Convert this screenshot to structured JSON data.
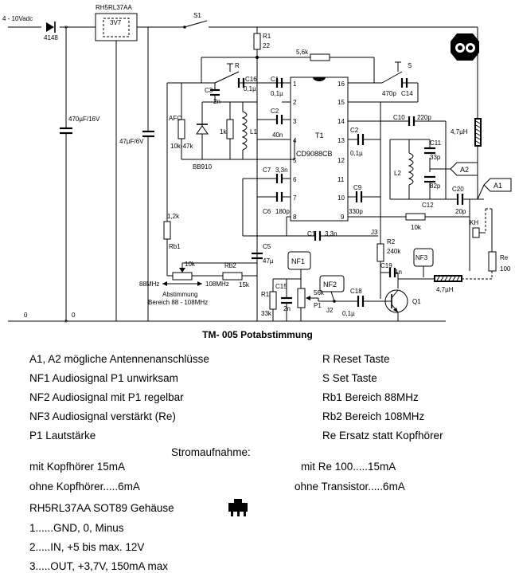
{
  "schematic": {
    "supply_label": "4 - 10Vadc",
    "diode": "4148",
    "regulator": "RH5RL37AA",
    "regulator_out": "3V7",
    "switch": "S1",
    "c_in": "470µF/16V",
    "c_reg": "47µF/6V",
    "r1": "R1",
    "r1_val": "22",
    "r_top": "5,6k",
    "btn_r": "R",
    "btn_s": "S",
    "c16": "C16",
    "c16_val": "0,1µ",
    "c1": "C1",
    "c1_val": "0,1µ",
    "c3": "C3",
    "c3_val": "2n",
    "c2a": "C2",
    "c2a_val": "40n",
    "r_1k": "1k",
    "l1": "L1",
    "afc": "AFC",
    "afc_val": "10k-47k",
    "varicap": "BB910",
    "ic": "T1",
    "ic_name": "CD9088CB",
    "c7": "C7",
    "c7_val": "3,3n",
    "c6": "C6",
    "c6_val": "180p",
    "c1b": "C1",
    "c1b_val": "3,3n",
    "c14_val": "470p",
    "c14": "C14",
    "c10": "C10",
    "c10_val": "220p",
    "c2b": "C2",
    "c2b_val": "0,1µ",
    "c11": "C11",
    "c11_val": "33p",
    "l2": "L2",
    "c12_val": "82p",
    "c12": "C12",
    "c9": "C9",
    "c9_val": "330p",
    "c20": "C20",
    "c20_val": "20p",
    "r_10k": "10k",
    "a1": "A1",
    "a2": "A2",
    "choke_val": "4,7µH",
    "choke2_val": "4,7µH",
    "kh": "KH",
    "re": "Re",
    "re_val": "100",
    "r_12k": "1,2k",
    "rb1": "Rb1",
    "pot_10k": "10k",
    "rb2": "Rb2",
    "rb2_val": "15k",
    "f_low": "88MHz",
    "f_high": "108MHz",
    "tune1": "Abstimmung",
    "tune2": "Bereich 88 - 108MHz",
    "c5": "C5",
    "c5_val": "47µ",
    "nf1": "NF1",
    "nf2": "NF2",
    "nf3": "NF3",
    "r1b": "R1",
    "r1b_val": "33k",
    "c15": "C15",
    "c15_val": "2n",
    "p1_val": "56k",
    "p1": "P1",
    "j2": "J2",
    "c18": "C18",
    "c18_val": "0,1µ",
    "j3": "J3",
    "r2": "R2",
    "r2_val": "240k",
    "c19": "C19",
    "c19_val": "1n",
    "q1": "Q1",
    "gnd1": "0",
    "gnd2": "0",
    "pins": [
      "1",
      "2",
      "3",
      "4",
      "5",
      "6",
      "7",
      "8",
      "9",
      "10",
      "11",
      "12",
      "13",
      "14",
      "15",
      "16"
    ]
  },
  "caption": "TM- 005 Potabstimmung",
  "legend_left": [
    "A1, A2 mögliche   Antennenanschlüsse",
    "NF1 Audiosignal   P1 unwirksam",
    "NF2  Audiosignal  mit P1 regelbar",
    "NF3 Audiosignal verstärkt (Re)",
    "P1 Lautstärke"
  ],
  "legend_right": [
    "R Reset Taste",
    "S Set Taste",
    "Rb1 Bereich 88MHz",
    "Rb2 Bereich 108MHz",
    "Re Ersatz statt Kopfhörer"
  ],
  "current_title": "Stromaufnahme:",
  "current_left1": "mit Kopfhörer 15mA",
  "current_right1": "mit Re 100.....15mA",
  "current_left2": "ohne Kopfhörer.....6mA",
  "current_right2": "ohne Transistor.....6mA",
  "package_line": "RH5RL37AA   SOT89 Gehäuse",
  "pins_desc": [
    "1......GND, 0, Minus",
    "2.....IN, +5 bis max. 12V",
    "3.....OUT, +3,7V, 150mA max"
  ]
}
